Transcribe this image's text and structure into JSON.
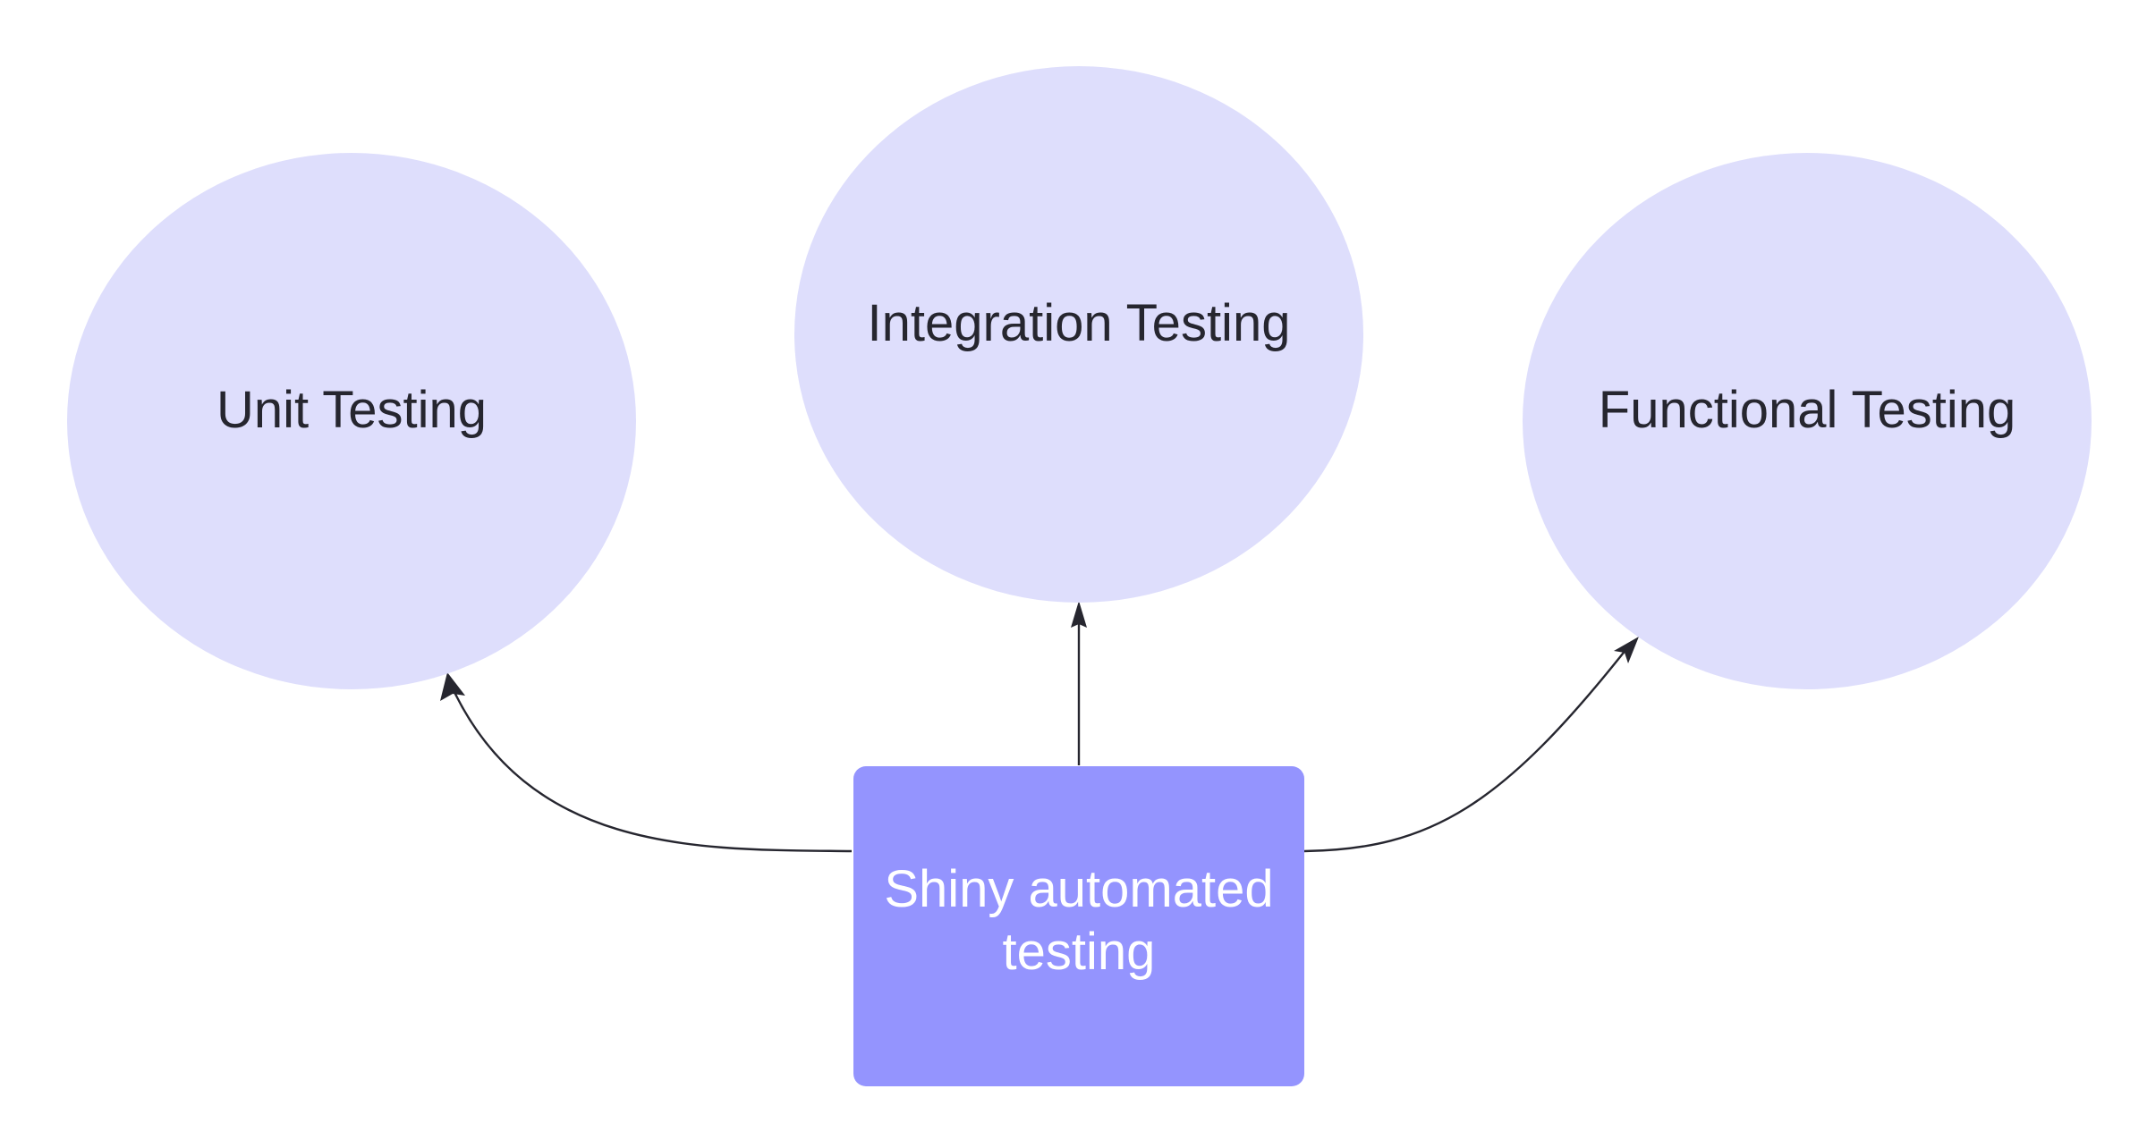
{
  "diagram": {
    "colors": {
      "background": "#ffffff",
      "circle_fill": "#dedefc",
      "box_fill": "#9494fe",
      "text_dark": "#26262f",
      "text_light": "#ffffff",
      "edge": "#26262f"
    },
    "nodes": {
      "unit": {
        "label": "Unit Testing"
      },
      "integration": {
        "label": "Integration Testing"
      },
      "functional": {
        "label": "Functional Testing"
      },
      "root": {
        "label_line1": "Shiny automated",
        "label_line2": "testing"
      }
    },
    "edges": [
      {
        "from": "Shiny automated testing",
        "to": "Unit Testing"
      },
      {
        "from": "Shiny automated testing",
        "to": "Integration Testing"
      },
      {
        "from": "Shiny automated testing",
        "to": "Functional Testing"
      }
    ]
  }
}
